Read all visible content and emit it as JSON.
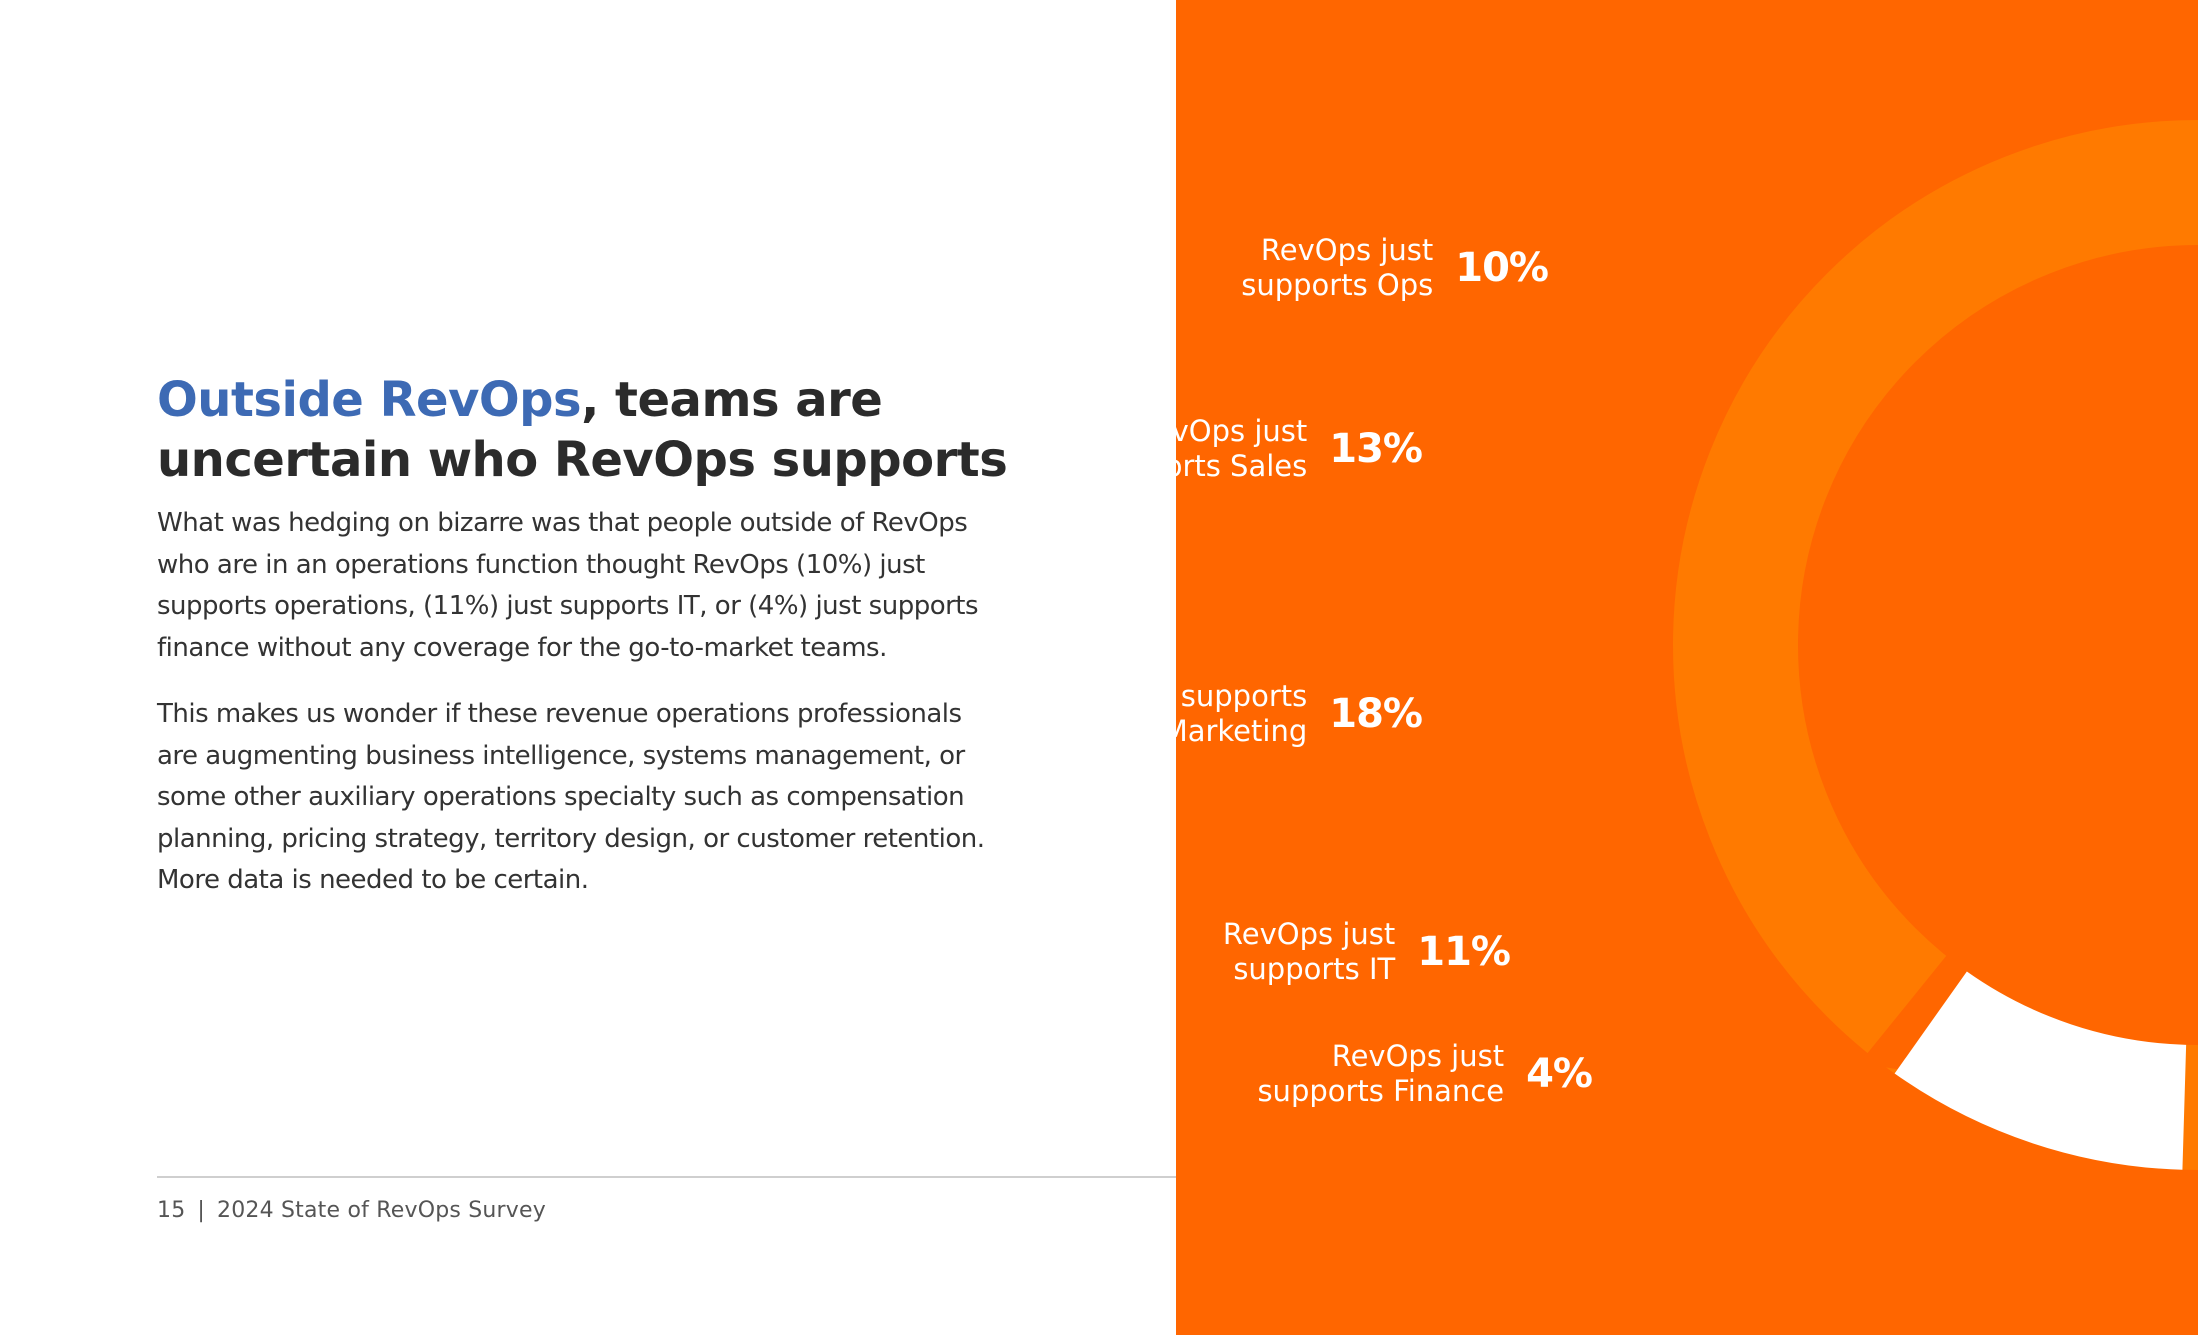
{
  "page": {
    "headline_highlight": "Outside RevOps",
    "headline_rest": ", teams are uncertain who RevOps supports",
    "paragraph_1": "What was hedging on bizarre was that people outside of RevOps who are in an operations function thought RevOps (10%) just supports operations, (11%) just supports IT, or (4%) just supports finance without any coverage for the go-to-market teams.",
    "paragraph_2": "This makes us wonder if these revenue operations professionals are augmenting business intelligence, systems management, or some other auxiliary operations specialty such as compensation planning, pricing strategy, territory design, or customer retention. More data is needed to be certain.",
    "page_number": "15",
    "separator": "|",
    "report_title": "2024 State of RevOps Survey"
  },
  "colors": {
    "accent_blue": "#3d6ab4",
    "panel_orange": "#ff6600",
    "ring_orange": "#ff7a00",
    "segment_white": "#ffffff"
  },
  "chart_data": {
    "type": "pie",
    "series": [
      {
        "values": [
          {
            "label_lines": [
              "RevOps just",
              "supports Ops"
            ],
            "value": 10,
            "display": "10%"
          },
          {
            "label_lines": [
              "RevOps just",
              "supports Sales"
            ],
            "value": 13,
            "display": "13%"
          },
          {
            "label_lines": [
              "RevOps supports",
              "Sales + Marketing"
            ],
            "value": 18,
            "display": "18%"
          },
          {
            "label_lines": [
              "RevOps just",
              "supports IT"
            ],
            "value": 11,
            "display": "11%"
          },
          {
            "label_lines": [
              "RevOps just",
              "supports Finance"
            ],
            "value": 4,
            "display": "4%"
          }
        ]
      }
    ]
  }
}
